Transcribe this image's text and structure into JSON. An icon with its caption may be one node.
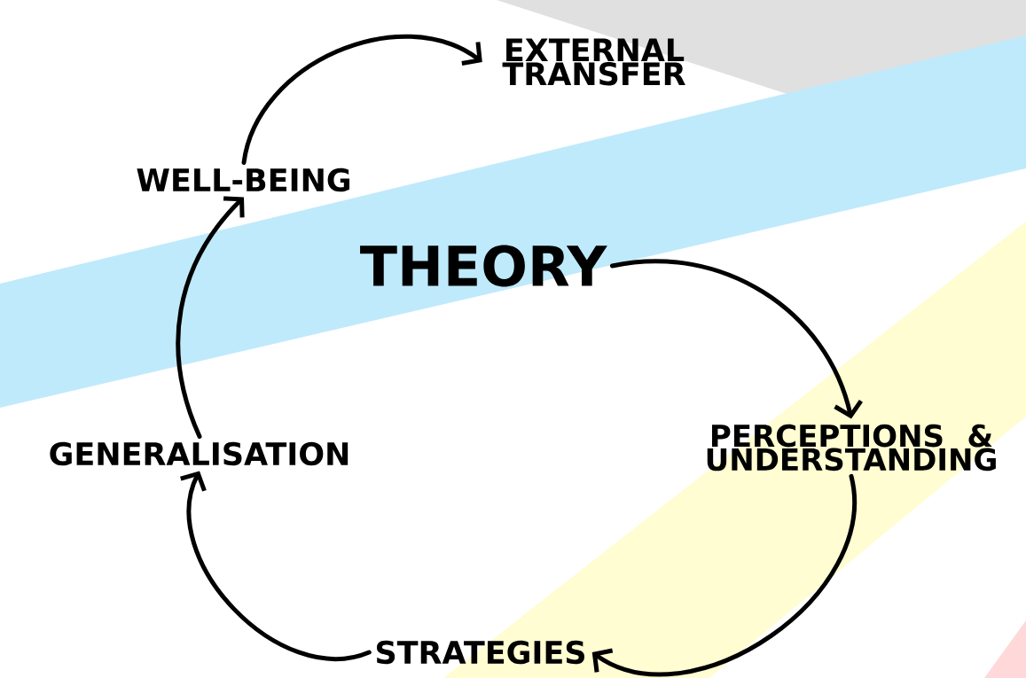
{
  "diagram": {
    "nodes": [
      {
        "text": [
          "THEORY"
        ]
      },
      {
        "text": [
          "PERCEPTIONS & UNDERSTANDING"
        ]
      },
      {
        "text": [
          "STRATEGIES"
        ]
      },
      {
        "text": [
          "GENERALISATION"
        ]
      },
      {
        "text": [
          "WELL-BEING"
        ]
      },
      {
        "text": [
          "EXTERNAL TRANSFER"
        ]
      }
    ],
    "edges": [
      {
        "from": 0,
        "to": 1,
        "arrow": "to"
      },
      {
        "from": 1,
        "to": 2,
        "arrow": "to"
      },
      {
        "from": 2,
        "to": 3,
        "arrow": "to"
      },
      {
        "from": 3,
        "to": 4,
        "arrow": "to"
      },
      {
        "from": 4,
        "to": 5,
        "arrow": "to"
      }
    ]
  }
}
